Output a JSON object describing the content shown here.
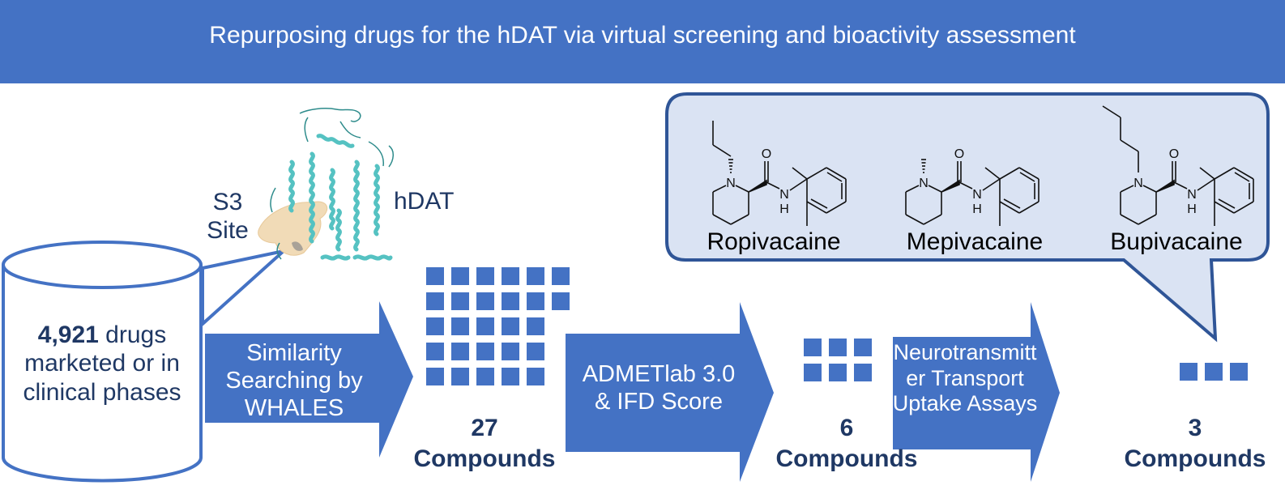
{
  "header": {
    "title": "Repurposing drugs for the hDAT via virtual screening and bioactivity assessment"
  },
  "protein": {
    "name_label": "hDAT",
    "site_label_line1": "S3",
    "site_label_line2": "Site"
  },
  "database": {
    "count": "4,921",
    "text_line1_suffix": " drugs",
    "text_line2": "marketed or in",
    "text_line3": "clinical phases"
  },
  "steps": [
    {
      "label_lines": [
        "Similarity",
        "Searching by",
        "WHALES"
      ]
    },
    {
      "label_lines": [
        "ADMETlab 3.0",
        "& IFD Score"
      ]
    },
    {
      "label_lines": [
        "Neurotransmitt",
        "er Transport",
        "Uptake Assays"
      ]
    }
  ],
  "stages": [
    {
      "count": "27",
      "unit": "Compounds",
      "squares": 27
    },
    {
      "count": "6",
      "unit": "Compounds",
      "squares": 6
    },
    {
      "count": "3",
      "unit": "Compounds",
      "squares": 3
    }
  ],
  "hits": {
    "molecules": [
      {
        "name": "Ropivacaine",
        "n_substituent": "propyl"
      },
      {
        "name": "Mepivacaine",
        "n_substituent": "methyl"
      },
      {
        "name": "Bupivacaine",
        "n_substituent": "butyl"
      }
    ],
    "atom_labels": {
      "nitrogen": "N",
      "oxygen": "O",
      "hydrogen": "H"
    }
  },
  "colors": {
    "primary": "#4472c4",
    "text_dark": "#1f3864",
    "callout_fill": "#dae3f3",
    "callout_border": "#2f5597",
    "protein_helix": "#5fc9c9",
    "site_surface": "#f0d9b5"
  }
}
